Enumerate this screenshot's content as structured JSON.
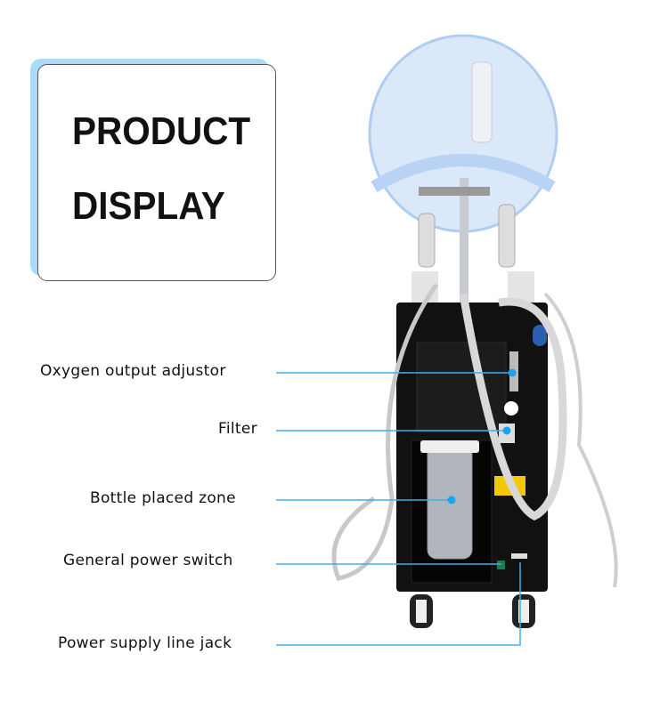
{
  "title": {
    "line1": "PRODUCT",
    "line2": "DISPLAY"
  },
  "callouts": [
    {
      "label": "Oxygen output adjustor"
    },
    {
      "label": "Filter"
    },
    {
      "label": "Bottle placed zone"
    },
    {
      "label": "General power switch"
    },
    {
      "label": "Power supply line jack"
    }
  ],
  "colors": {
    "accent": "#3ab0f0",
    "title_shadow": "#a8dcf8",
    "machine_body": "#111111"
  }
}
